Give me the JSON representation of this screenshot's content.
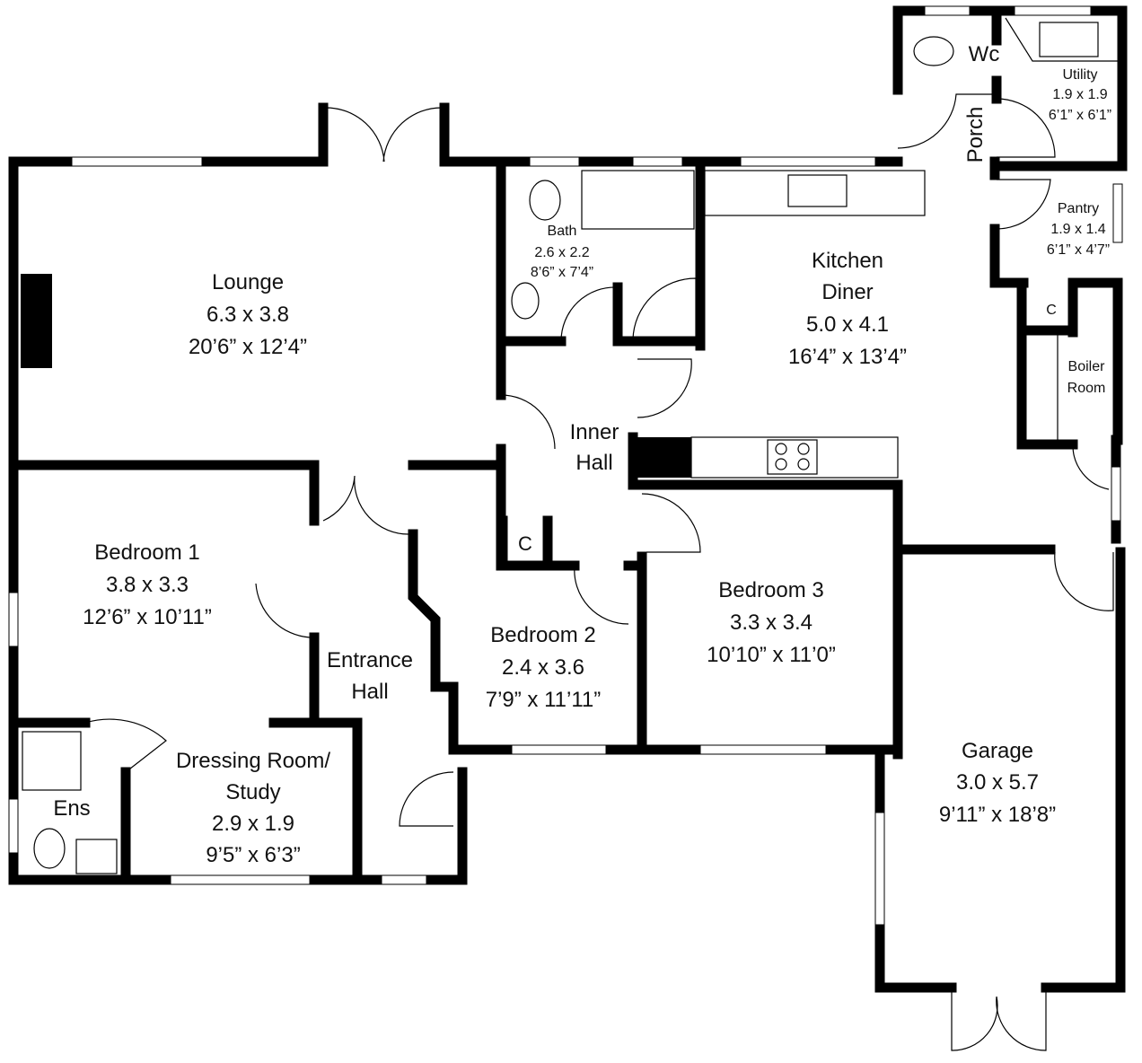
{
  "rooms": [
    {
      "id": "lounge",
      "name": "Lounge",
      "metric": "6.3 x 3.8",
      "imperial": "20’6” x 12’4”"
    },
    {
      "id": "kitchen",
      "name": "Kitchen",
      "name2": "Diner",
      "metric": "5.0 x 4.1",
      "imperial": "16’4” x 13’4”"
    },
    {
      "id": "bath",
      "name": "Bath",
      "metric": "2.6 x 2.2",
      "imperial": "8’6” x 7’4”"
    },
    {
      "id": "utility",
      "name": "Utility",
      "metric": "1.9 x 1.9",
      "imperial": "6’1” x 6’1”"
    },
    {
      "id": "pantry",
      "name": "Pantry",
      "metric": "1.9 x 1.4",
      "imperial": "6’1” x 4’7”"
    },
    {
      "id": "bedroom1",
      "name": "Bedroom 1",
      "metric": "3.8 x 3.3",
      "imperial": "12’6” x 10’11”"
    },
    {
      "id": "bedroom2",
      "name": "Bedroom 2",
      "metric": "2.4 x 3.6",
      "imperial": "7’9” x 11’11”"
    },
    {
      "id": "bedroom3",
      "name": "Bedroom 3",
      "metric": "3.3 x 3.4",
      "imperial": "10’10” x 11’0”"
    },
    {
      "id": "dressing",
      "name": "Dressing Room/",
      "name2": "Study",
      "metric": "2.9 x 1.9",
      "imperial": "9’5” x 6’3”"
    },
    {
      "id": "garage",
      "name": "Garage",
      "metric": "3.0 x 5.7",
      "imperial": "9’11” x 18’8”"
    }
  ],
  "labels": {
    "wc": "Wc",
    "porch": "Porch",
    "inner_hall_1": "Inner",
    "inner_hall_2": "Hall",
    "entrance_hall_1": "Entrance",
    "entrance_hall_2": "Hall",
    "boiler_1": "Boiler",
    "boiler_2": "Room",
    "cupboard": "C",
    "ensuite": "Ens"
  }
}
